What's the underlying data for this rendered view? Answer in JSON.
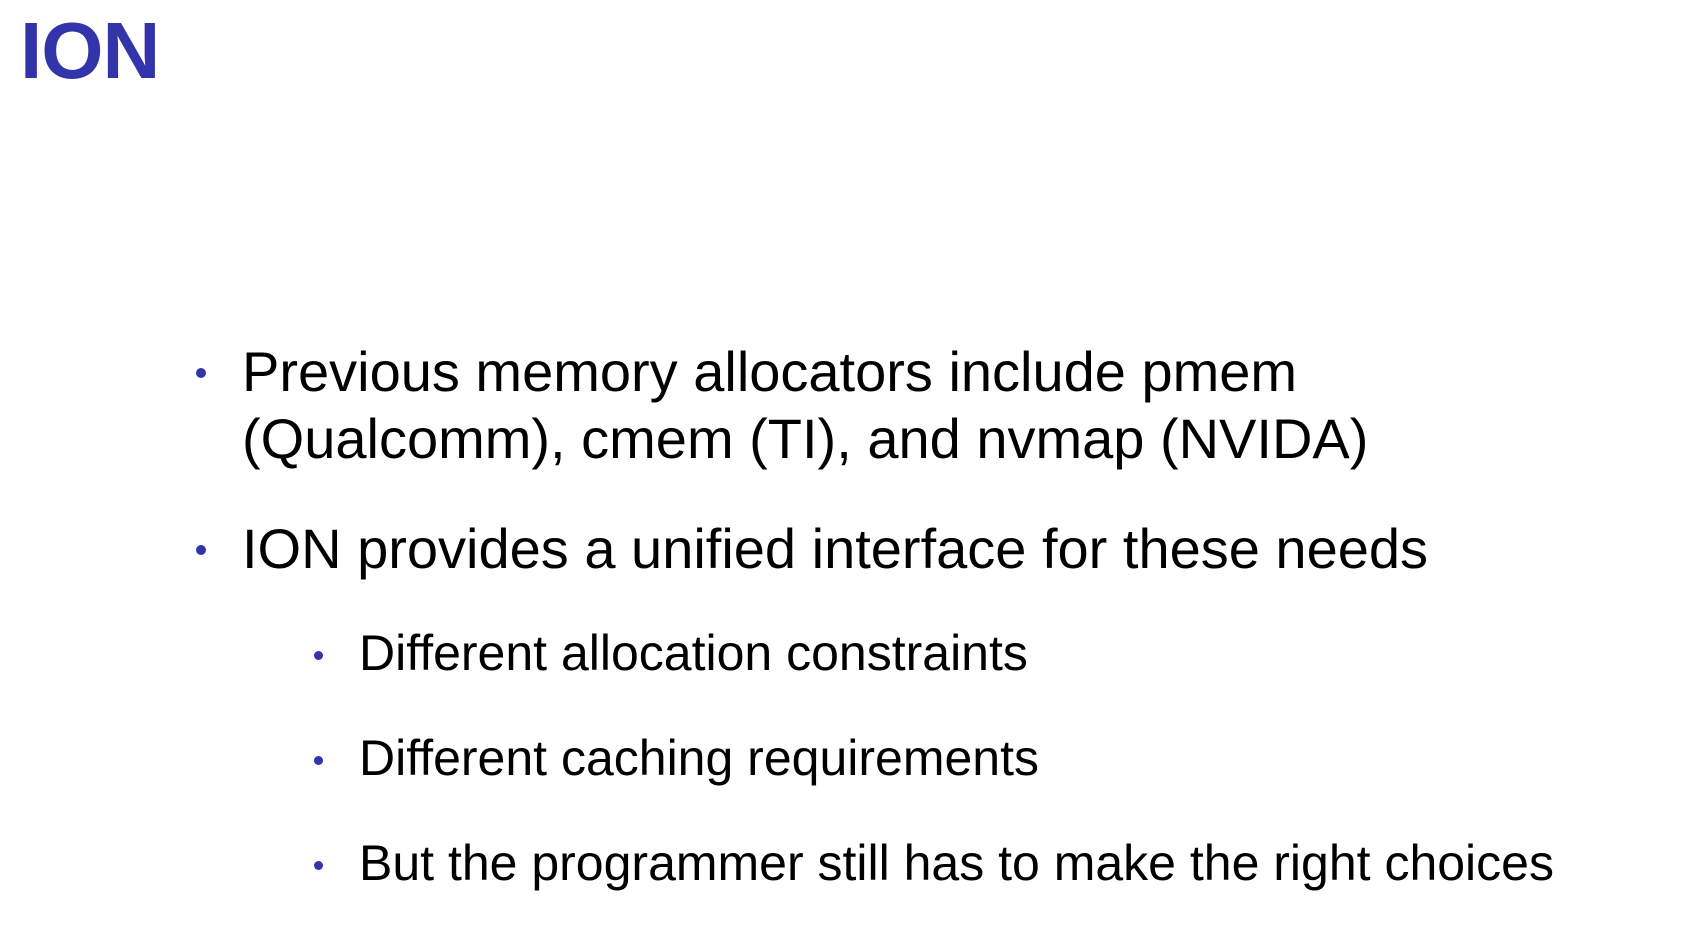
{
  "slide": {
    "title": "ION",
    "accent_color": "#3333aa",
    "bullets": [
      {
        "level": 1,
        "text": "Previous memory allocators include pmem\n(Qualcomm), cmem (TI), and nvmap (NVIDA)"
      },
      {
        "level": 1,
        "text": "ION provides a unified interface for these needs"
      },
      {
        "level": 2,
        "text": "Different allocation constraints"
      },
      {
        "level": 2,
        "text": "Different caching requirements"
      },
      {
        "level": 2,
        "text": "But the programmer still has to make the right choices"
      }
    ]
  }
}
